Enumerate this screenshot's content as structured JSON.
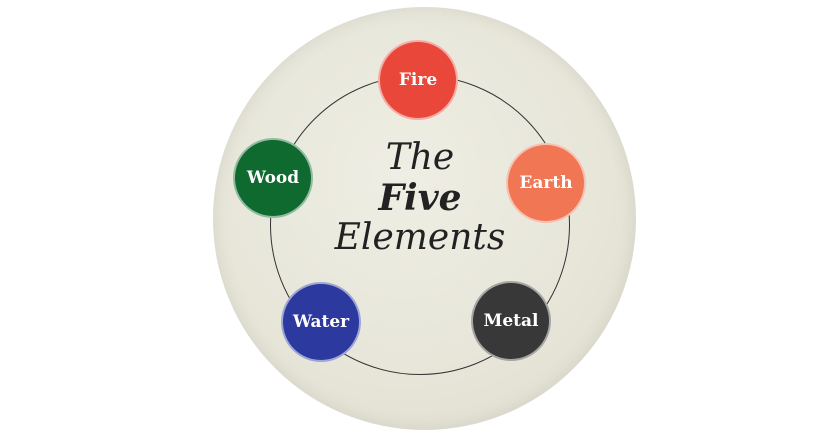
{
  "title": {
    "line1": "The",
    "line2": "Five",
    "line3": "Elements"
  },
  "elements": [
    {
      "label": "Fire",
      "color": "#e8473a"
    },
    {
      "label": "Earth",
      "color": "#f07654"
    },
    {
      "label": "Metal",
      "color": "#383838"
    },
    {
      "label": "Water",
      "color": "#2c3aa0"
    },
    {
      "label": "Wood",
      "color": "#0f6a2f"
    }
  ]
}
